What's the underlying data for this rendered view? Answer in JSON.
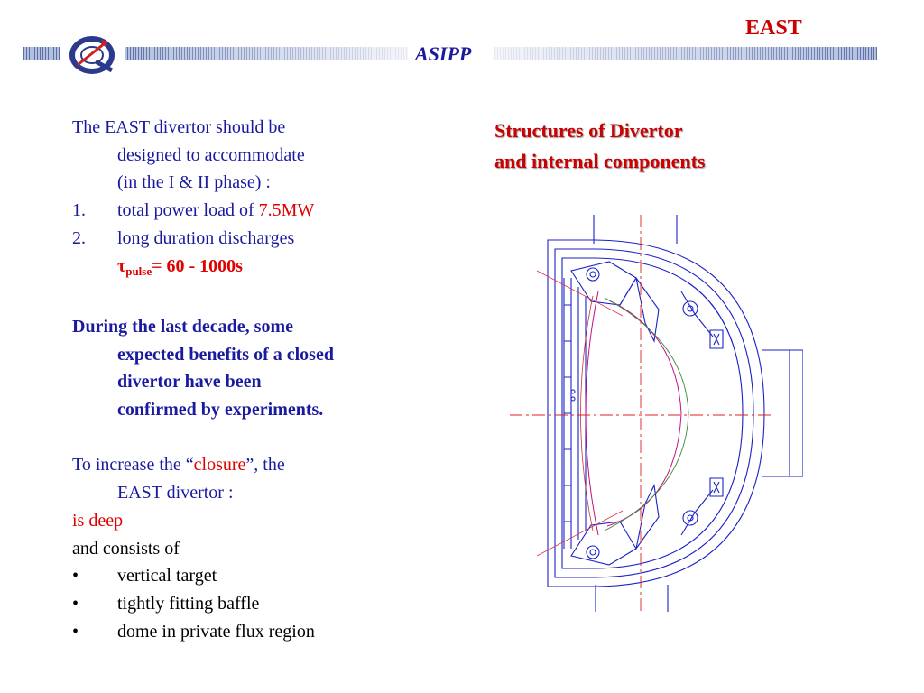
{
  "header": {
    "brand_right": "EAST",
    "brand_center": "ASIPP"
  },
  "left": {
    "intro": [
      "The EAST divertor should be",
      "designed to accommodate",
      "(in the I & II phase) :"
    ],
    "items": [
      {
        "num": "1.",
        "text": "total  power load of ",
        "highlight": "7.5MW"
      },
      {
        "num": "2.",
        "text": "long duration discharges"
      }
    ],
    "tau_symbol": "τ",
    "tau_sub": "pulse",
    "tau_value": "= 60 - 1000s",
    "decade": [
      "During the last decade, some",
      "expected benefits of a closed",
      "divertor have been",
      "confirmed by experiments."
    ],
    "closure_pre": "To increase the “",
    "closure_word": "closure",
    "closure_post": "”, the",
    "closure_line2": "EAST divertor :",
    "deep": "is deep",
    "consists": "and consists of",
    "bullets": [
      "vertical target",
      "tightly fitting baffle",
      "dome in private flux region"
    ],
    "bullet_char": "•"
  },
  "right": {
    "title_line1": "Structures of Divertor",
    "title_line2": "and internal components"
  }
}
